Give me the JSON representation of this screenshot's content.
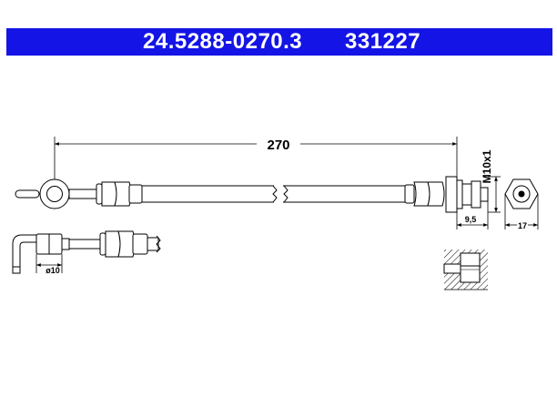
{
  "header": {
    "part_number": "24.5288-0270.3",
    "article_number": "331227",
    "background_color": "#1414e6",
    "text_color": "#ffffff"
  },
  "drawing": {
    "length_label": "270",
    "thread_label": "M10x1",
    "fitting_width_label": "9,5",
    "hex_size_label": "17",
    "eye_diameter_label": "ø10",
    "line_color": "#000000"
  }
}
